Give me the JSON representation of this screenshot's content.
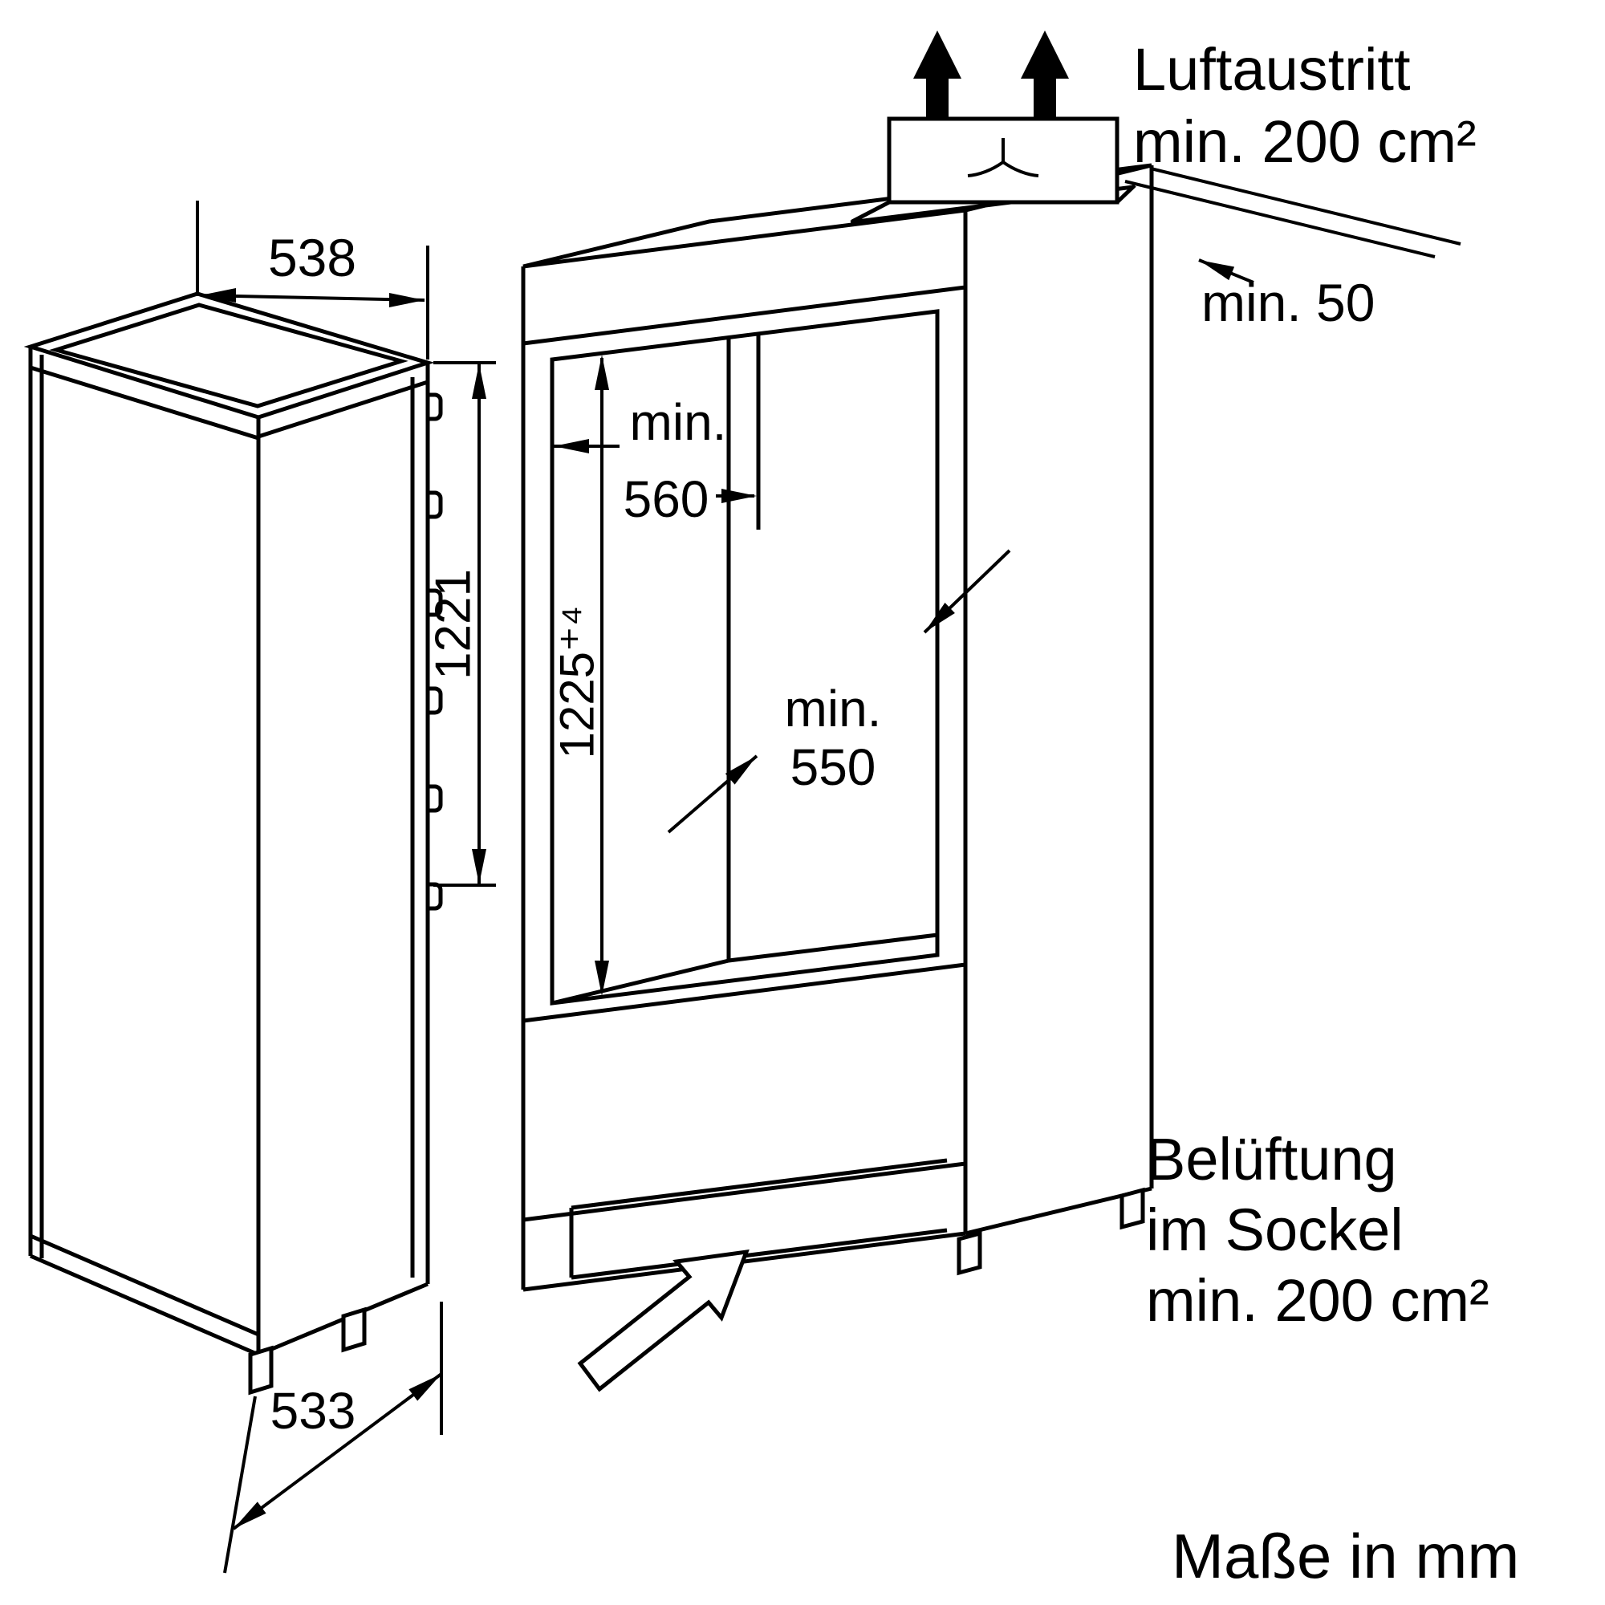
{
  "labels": {
    "air_outlet_line1": "Luftaustritt",
    "air_outlet_line2": "min. 200 cm²",
    "rear_clearance": "min. 50",
    "base_vent_line1": "Belüftung",
    "base_vent_line2": "im Sockel",
    "base_vent_line3": "min. 200 cm²",
    "units": "Maße in mm"
  },
  "appliance_dimensions": {
    "width": "538",
    "height": "1221",
    "depth": "533"
  },
  "niche_dimensions": {
    "width_prefix": "min.",
    "width": "560",
    "height": "1225⁺⁴",
    "depth_prefix": "min.",
    "depth": "550"
  }
}
